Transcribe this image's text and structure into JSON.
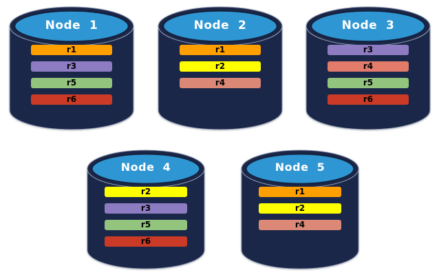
{
  "colors": {
    "background": "#FFFFFF",
    "cylinder_body": "#1B2749",
    "cylinder_outline": "#9AA3B8",
    "cylinder_top": "#2E96D3",
    "cylinder_top_stroke": "#16223E",
    "node_label_text": "#FFFFFF",
    "bar_label_text": "#000000"
  },
  "nodes": [
    {
      "label": "Node  1",
      "bars": [
        {
          "label": "r1",
          "color": "#FFA000"
        },
        {
          "label": "r3",
          "color": "#8E7CC3"
        },
        {
          "label": "r5",
          "color": "#93C47D"
        },
        {
          "label": "r6",
          "color": "#CB3A26"
        }
      ]
    },
    {
      "label": "Node  2",
      "bars": [
        {
          "label": "r1",
          "color": "#FFA000"
        },
        {
          "label": "r2",
          "color": "#FFFF00"
        },
        {
          "label": "r4",
          "color": "#DB8877"
        }
      ]
    },
    {
      "label": "Node  3",
      "bars": [
        {
          "label": "r3",
          "color": "#8E7CC3"
        },
        {
          "label": "r4",
          "color": "#E27B6A"
        },
        {
          "label": "r5",
          "color": "#93C47D"
        },
        {
          "label": "r6",
          "color": "#CB3A26"
        }
      ]
    },
    {
      "label": "Node  4",
      "bars": [
        {
          "label": "r2",
          "color": "#FFFF00"
        },
        {
          "label": "r3",
          "color": "#8E7CC3"
        },
        {
          "label": "r5",
          "color": "#93C47D"
        },
        {
          "label": "r6",
          "color": "#CB3A26"
        }
      ]
    },
    {
      "label": "Node  5",
      "bars": [
        {
          "label": "r1",
          "color": "#FFA000"
        },
        {
          "label": "r2",
          "color": "#FFFF00"
        },
        {
          "label": "r4",
          "color": "#DB8877"
        }
      ]
    }
  ]
}
